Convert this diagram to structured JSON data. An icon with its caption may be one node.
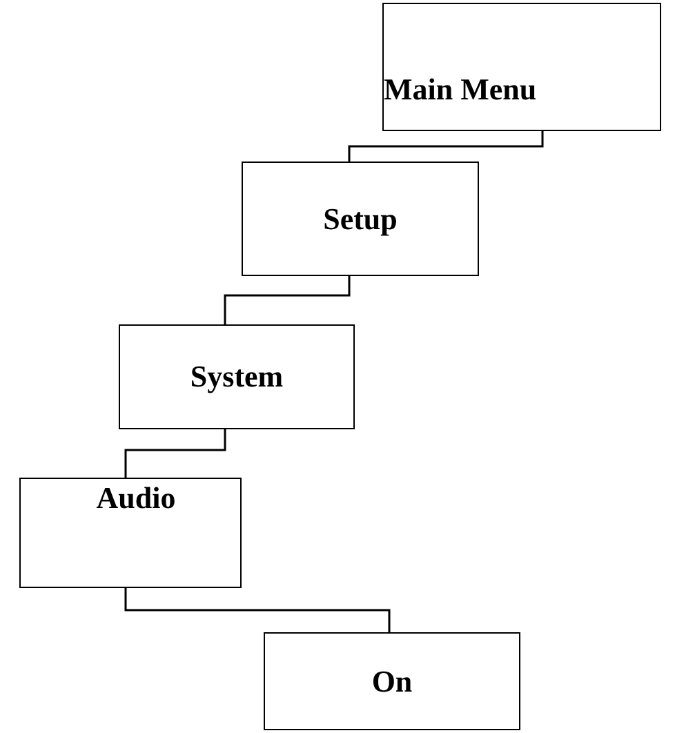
{
  "diagram": {
    "nodes": [
      {
        "text": [
          "Main Menu"
        ]
      },
      {
        "text": [
          "Setup"
        ]
      },
      {
        "text": [
          "System"
        ]
      },
      {
        "text": [
          "Audio"
        ]
      },
      {
        "text": [
          "On"
        ]
      }
    ],
    "edges": [
      {
        "from": 0,
        "to": 1,
        "arrow": "none"
      },
      {
        "from": 1,
        "to": 2,
        "arrow": "none"
      },
      {
        "from": 2,
        "to": 3,
        "arrow": "none"
      },
      {
        "from": 3,
        "to": 4,
        "arrow": "none"
      }
    ]
  }
}
